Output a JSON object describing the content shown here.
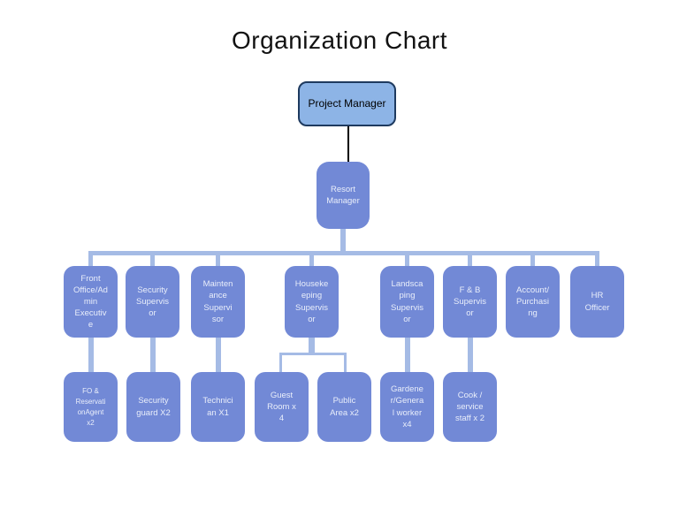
{
  "title": "Organization Chart",
  "colors": {
    "node_fill": "#7289d6",
    "node_text": "#e9eefa",
    "root_fill": "#8db4e6",
    "root_border": "#1e3a5f",
    "root_text": "#000000",
    "connector": "#a5bbe5",
    "root_connector": "#000000",
    "background": "#ffffff",
    "title_text": "#121212"
  },
  "nodes": {
    "project_manager": {
      "label": "Project Manager"
    },
    "resort_manager": {
      "label": "Resort\nManager"
    },
    "front_office_admin_executive": {
      "label": "Front\nOffice/Ad\nmin\nExecutiv\ne"
    },
    "security_supervisor": {
      "label": "Security\nSupervis\nor"
    },
    "maintenance_supervisor": {
      "label": "Mainten\nance\nSupervi\nsor"
    },
    "housekeeping_supervisor": {
      "label": "Houseke\neping\nSupervis\nor"
    },
    "landscaping_supervisor": {
      "label": "Landsca\nping\nSupervis\nor"
    },
    "fb_supervisor": {
      "label": "F & B\nSupervis\nor"
    },
    "account_purchasing": {
      "label": "Account/\nPurchasi\nng"
    },
    "hr_officer": {
      "label": "HR\nOfficer"
    },
    "fo_reservation_agent": {
      "label": "FO  &\nReservati\nonAgent\nx2"
    },
    "security_guard": {
      "label": "Security\nguard X2"
    },
    "technician": {
      "label": "Technici\nan X1"
    },
    "guest_room": {
      "label": "Guest\nRoom x\n4"
    },
    "public_area": {
      "label": "Public\nArea x2"
    },
    "gardener_general_worker": {
      "label": "Gardene\nr/Genera\nl worker\nx4"
    },
    "cook_service_staff": {
      "label": "Cook /\nservice\nstaff x 2"
    }
  }
}
